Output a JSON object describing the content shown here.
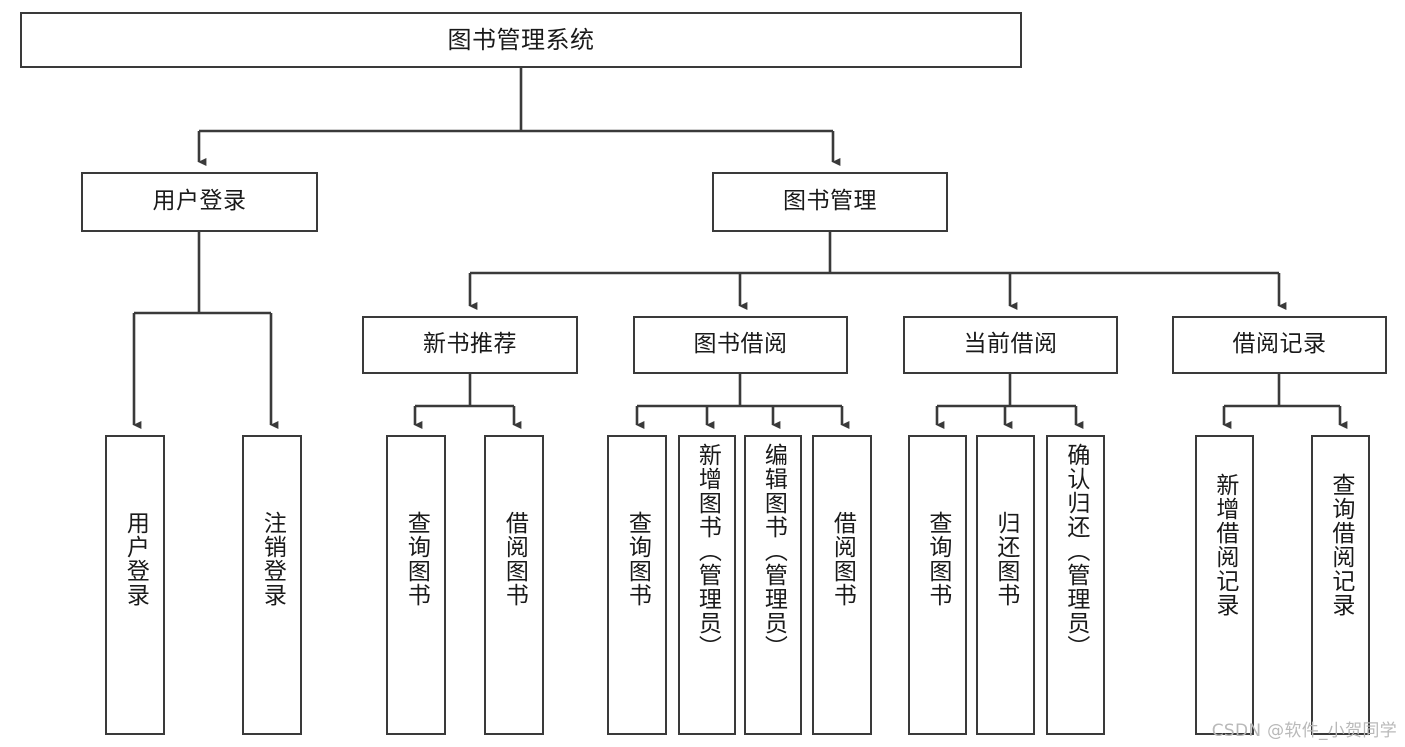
{
  "diagram": {
    "title": "图书管理系统",
    "watermark": "CSDN @软件_小贺同学",
    "stroke_color": "#3a3a3a",
    "fill_color": "#ffffff",
    "text_color": "#1a1a1a",
    "watermark_color": "#b9b9b9"
  },
  "nodes": {
    "root": {
      "label": "图书管理系统"
    },
    "level2": [
      {
        "id": "user-login",
        "label": "用户登录"
      },
      {
        "id": "book-management",
        "label": "图书管理"
      }
    ],
    "level3": [
      {
        "id": "new-book-recommend",
        "label": "新书推荐"
      },
      {
        "id": "book-borrow",
        "label": "图书借阅"
      },
      {
        "id": "current-borrow",
        "label": "当前借阅"
      },
      {
        "id": "borrow-record",
        "label": "借阅记录"
      }
    ],
    "leaves": {
      "user_login": [
        {
          "id": "leaf-user-login",
          "label": "用户登录"
        },
        {
          "id": "leaf-logout-login",
          "label": "注销登录"
        }
      ],
      "new_book_recommend": [
        {
          "id": "leaf-query-book-1",
          "label": "查询图书"
        },
        {
          "id": "leaf-borrow-book-1",
          "label": "借阅图书"
        }
      ],
      "book_borrow": [
        {
          "id": "leaf-query-book-2",
          "label": "查询图书"
        },
        {
          "id": "leaf-add-book",
          "label": "新增图书（管理员）"
        },
        {
          "id": "leaf-edit-book",
          "label": "编辑图书（管理员）"
        },
        {
          "id": "leaf-borrow-book-2",
          "label": "借阅图书"
        }
      ],
      "current_borrow": [
        {
          "id": "leaf-query-book-3",
          "label": "查询图书"
        },
        {
          "id": "leaf-return-book",
          "label": "归还图书"
        },
        {
          "id": "leaf-confirm-return",
          "label": "确认归还（管理员）"
        }
      ],
      "borrow_record": [
        {
          "id": "leaf-add-record",
          "label": "新增借阅记录"
        },
        {
          "id": "leaf-query-record",
          "label": "查询借阅记录"
        }
      ]
    }
  },
  "chart_data": {
    "type": "tree-diagram",
    "title": "图书管理系统",
    "orientation": "top-down",
    "levels": 4,
    "edges": [
      {
        "from": "图书管理系统",
        "to": "用户登录"
      },
      {
        "from": "图书管理系统",
        "to": "图书管理"
      },
      {
        "from": "用户登录",
        "to": "用户登录"
      },
      {
        "from": "用户登录",
        "to": "注销登录"
      },
      {
        "from": "图书管理",
        "to": "新书推荐"
      },
      {
        "from": "图书管理",
        "to": "图书借阅"
      },
      {
        "from": "图书管理",
        "to": "当前借阅"
      },
      {
        "from": "图书管理",
        "to": "借阅记录"
      },
      {
        "from": "新书推荐",
        "to": "查询图书"
      },
      {
        "from": "新书推荐",
        "to": "借阅图书"
      },
      {
        "from": "图书借阅",
        "to": "查询图书"
      },
      {
        "from": "图书借阅",
        "to": "新增图书（管理员）"
      },
      {
        "from": "图书借阅",
        "to": "编辑图书（管理员）"
      },
      {
        "from": "图书借阅",
        "to": "借阅图书"
      },
      {
        "from": "当前借阅",
        "to": "查询图书"
      },
      {
        "from": "当前借阅",
        "to": "归还图书"
      },
      {
        "from": "当前借阅",
        "to": "确认归还（管理员）"
      },
      {
        "from": "借阅记录",
        "to": "新增借阅记录"
      },
      {
        "from": "借阅记录",
        "to": "查询借阅记录"
      }
    ]
  }
}
